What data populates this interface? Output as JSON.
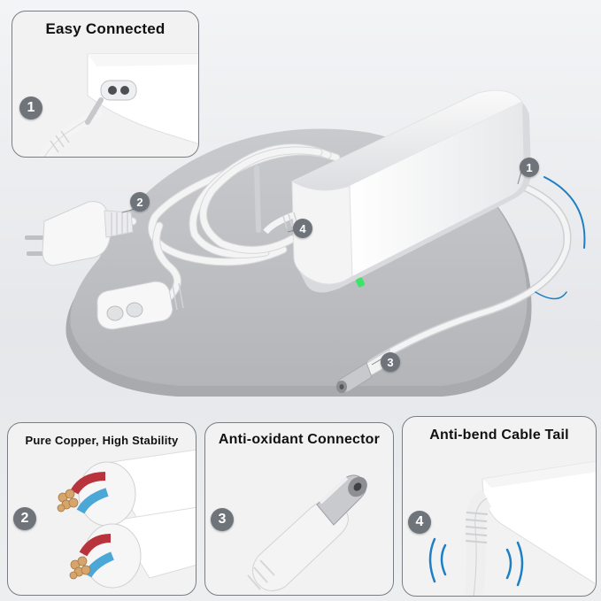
{
  "panels": {
    "top": {
      "title": "Easy Connected",
      "badge": "1"
    },
    "copper": {
      "title": "Pure Copper, High Stability",
      "badge": "2"
    },
    "connector": {
      "title": "Anti-oxidant Connector",
      "badge": "3"
    },
    "tail": {
      "title": "Anti-bend Cable Tail",
      "badge": "4"
    }
  },
  "callouts": {
    "adapter": "1",
    "plug": "2",
    "dc_tip": "3",
    "cable_tail": "4"
  },
  "colors": {
    "badge": "#6f747b",
    "panel_border": "#7a7e84",
    "led": "#3fe26a",
    "flex_lines": "#1f7fc4",
    "wire_red": "#b8333b",
    "wire_blue": "#4aa7d6",
    "copper": "#d6a56d"
  },
  "icons": [
    "ac-power-brick",
    "us-plug",
    "figure-8-connector",
    "dc-barrel-plug",
    "copper-wire-bundle",
    "flex-motion-lines"
  ]
}
